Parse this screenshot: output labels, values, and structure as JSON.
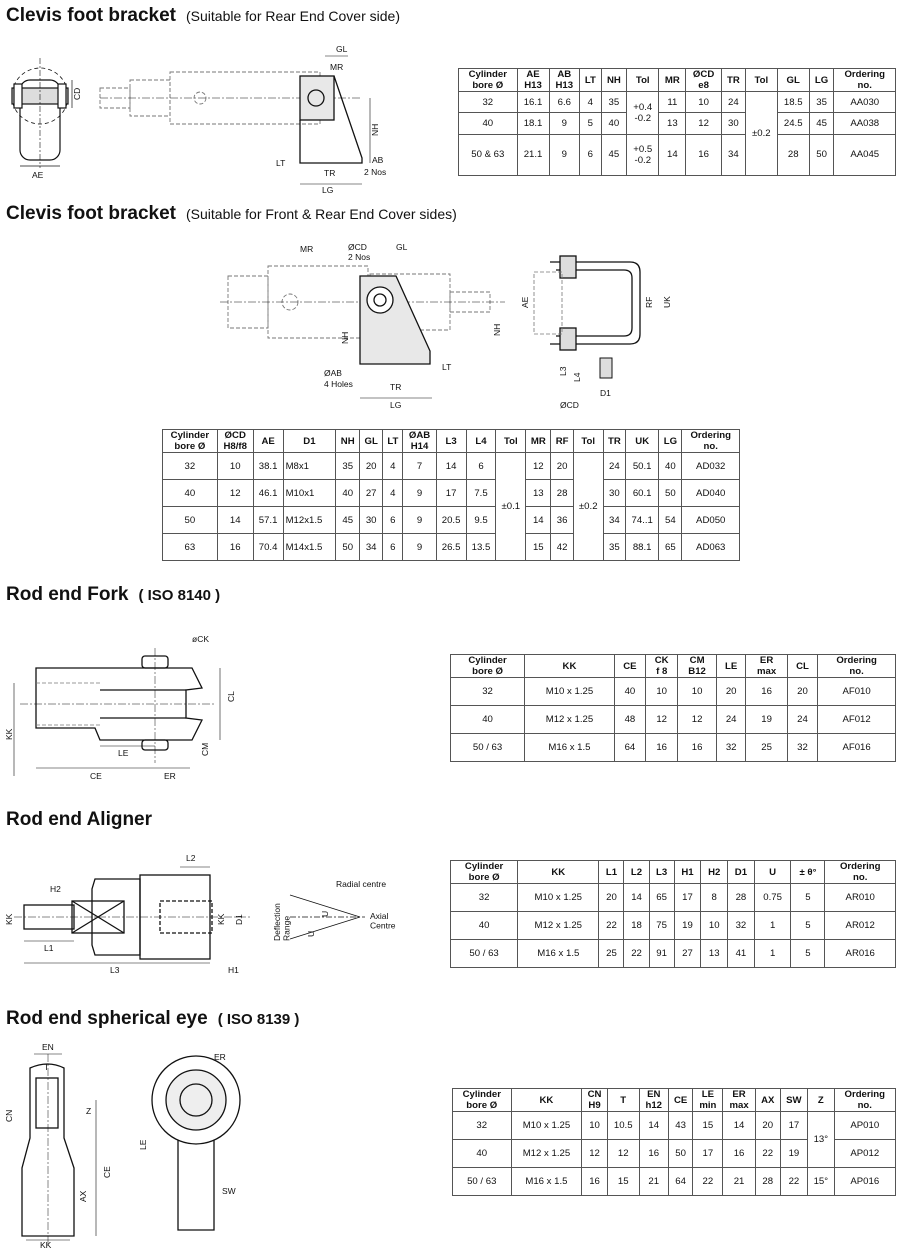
{
  "sections": [
    {
      "title": "Clevis foot bracket",
      "subtitle": "(Suitable for Rear End Cover side)",
      "labels": [
        "GL",
        "MR",
        "CD",
        "NH",
        "LT",
        "TR",
        "AB",
        "2 Nos",
        "LG",
        "AE"
      ],
      "table": {
        "headers": [
          "Cylinder\nbore Ø",
          "AE\nH13",
          "AB\nH13",
          "LT",
          "NH",
          "Tol",
          "MR",
          "ØCD\ne8",
          "TR",
          "Tol",
          "GL",
          "LG",
          "Ordering\nno."
        ],
        "rows": [
          [
            "32",
            "16.1",
            "6.6",
            "4",
            "35",
            "+0.4\n-0.2",
            "11",
            "10",
            "24",
            "±0.2",
            "18.5",
            "35",
            "AA030"
          ],
          [
            "40",
            "18.1",
            "9",
            "5",
            "40",
            "",
            "13",
            "12",
            "30",
            "",
            "24.5",
            "45",
            "AA038"
          ],
          [
            "50 & 63",
            "21.1",
            "9",
            "6",
            "45",
            "+0.5\n-0.2",
            "14",
            "16",
            "34",
            "",
            "28",
            "50",
            "AA045"
          ]
        ]
      }
    },
    {
      "title": "Clevis foot bracket",
      "subtitle": "(Suitable for Front & Rear End Cover sides)",
      "labels": [
        "MR",
        "ØCD",
        "2 Nos",
        "GL",
        "NH",
        "NH",
        "ØAB",
        "4 Holes",
        "TR",
        "LT",
        "LG",
        "AE",
        "RF",
        "UK",
        "L3",
        "L4",
        "D1",
        "ØCD"
      ],
      "table": {
        "headers": [
          "Cylinder\nbore Ø",
          "ØCD\nH8/f8",
          "AE",
          "D1",
          "NH",
          "GL",
          "LT",
          "ØAB\nH14",
          "L3",
          "L4",
          "Tol",
          "MR",
          "RF",
          "Tol",
          "TR",
          "UK",
          "LG",
          "Ordering\nno."
        ],
        "rows": [
          [
            "32",
            "10",
            "38.1",
            "M8x1",
            "35",
            "20",
            "4",
            "7",
            "14",
            "6",
            "±0.1",
            "12",
            "20",
            "±0.2",
            "24",
            "50.1",
            "40",
            "AD032"
          ],
          [
            "40",
            "12",
            "46.1",
            "M10x1",
            "40",
            "27",
            "4",
            "9",
            "17",
            "7.5",
            "",
            "13",
            "28",
            "",
            "30",
            "60.1",
            "50",
            "AD040"
          ],
          [
            "50",
            "14",
            "57.1",
            "M12x1.5",
            "45",
            "30",
            "6",
            "9",
            "20.5",
            "9.5",
            "",
            "14",
            "36",
            "",
            "34",
            "74..1",
            "54",
            "AD050"
          ],
          [
            "63",
            "16",
            "70.4",
            "M14x1.5",
            "50",
            "34",
            "6",
            "9",
            "26.5",
            "13.5",
            "",
            "15",
            "42",
            "",
            "35",
            "88.1",
            "65",
            "AD063"
          ]
        ]
      }
    },
    {
      "title": "Rod end Fork",
      "iso": "( ISO  8140 )",
      "labels": [
        "øCK",
        "CL",
        "KK",
        "LE",
        "CM",
        "CE",
        "ER"
      ],
      "table": {
        "headers": [
          "Cylinder\nbore Ø",
          "KK",
          "CE",
          "CK\nf 8",
          "CM\nB12",
          "LE",
          "ER\nmax",
          "CL",
          "Ordering\nno."
        ],
        "rows": [
          [
            "32",
            "M10 x 1.25",
            "40",
            "10",
            "10",
            "20",
            "16",
            "20",
            "AF010"
          ],
          [
            "40",
            "M12 x 1.25",
            "48",
            "12",
            "12",
            "24",
            "19",
            "24",
            "AF012"
          ],
          [
            "50 / 63",
            "M16 x 1.5",
            "64",
            "16",
            "16",
            "32",
            "25",
            "32",
            "AF016"
          ]
        ]
      }
    },
    {
      "title": "Rod end Aligner",
      "labels": [
        "L2",
        "H2",
        "KK",
        "KK",
        "D1",
        "L1",
        "L3",
        "H1",
        "Radial centre",
        "Deflection\nRange",
        "U",
        "U",
        "Axial\nCentre"
      ],
      "table": {
        "headers": [
          "Cylinder\nbore Ø",
          "KK",
          "L1",
          "L2",
          "L3",
          "H1",
          "H2",
          "D1",
          "U",
          "± θ°",
          "Ordering\nno."
        ],
        "rows": [
          [
            "32",
            "M10 x 1.25",
            "20",
            "14",
            "65",
            "17",
            "8",
            "28",
            "0.75",
            "5",
            "AR010"
          ],
          [
            "40",
            "M12 x 1.25",
            "22",
            "18",
            "75",
            "19",
            "10",
            "32",
            "1",
            "5",
            "AR012"
          ],
          [
            "50 / 63",
            "M16 x 1.5",
            "25",
            "22",
            "91",
            "27",
            "13",
            "41",
            "1",
            "5",
            "AR016"
          ]
        ]
      }
    },
    {
      "title": "Rod end spherical eye",
      "iso": "( ISO 8139 )",
      "labels": [
        "EN",
        "T",
        "CN",
        "Z",
        "CE",
        "AX",
        "KK",
        "ER",
        "LE",
        "SW"
      ],
      "table": {
        "headers": [
          "Cylinder\nbore Ø",
          "KK",
          "CN\nH9",
          "T",
          "EN\nh12",
          "CE",
          "LE\nmin",
          "ER\nmax",
          "AX",
          "SW",
          "Z",
          "Ordering\nno."
        ],
        "rows": [
          [
            "32",
            "M10 x 1.25",
            "10",
            "10.5",
            "14",
            "43",
            "15",
            "14",
            "20",
            "17",
            "13°",
            "AP010"
          ],
          [
            "40",
            "M12 x 1.25",
            "12",
            "12",
            "16",
            "50",
            "17",
            "16",
            "22",
            "19",
            "",
            "AP012"
          ],
          [
            "50 / 63",
            "M16 x 1.5",
            "16",
            "15",
            "21",
            "64",
            "22",
            "21",
            "28",
            "22",
            "15°",
            "AP016"
          ]
        ]
      }
    }
  ]
}
